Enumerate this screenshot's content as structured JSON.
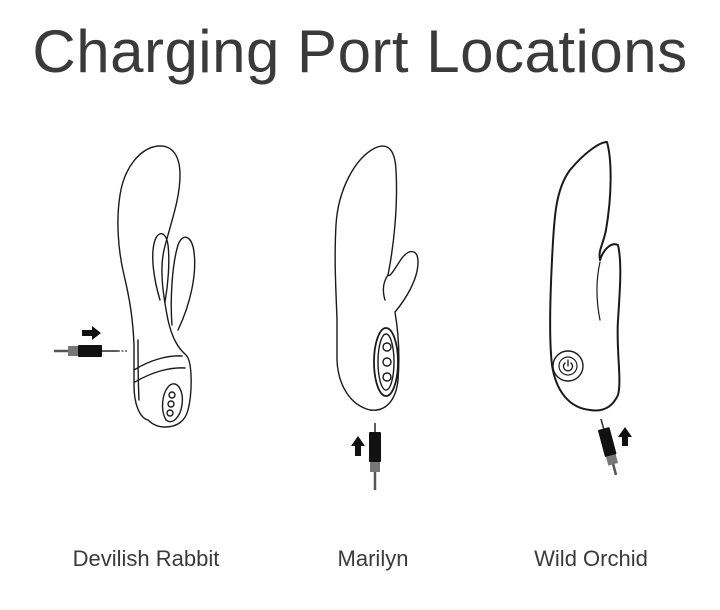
{
  "title": "Charging Port Locations",
  "products": [
    {
      "name": "Devilish Rabbit"
    },
    {
      "name": "Marilyn"
    },
    {
      "name": "Wild Orchid"
    }
  ],
  "colors": {
    "outline": "#1a1a1a",
    "text": "#3a3a3a",
    "background": "#ffffff"
  },
  "icons": [
    "arrow-right-icon",
    "arrow-up-icon",
    "power-icon",
    "charging-plug-icon"
  ]
}
